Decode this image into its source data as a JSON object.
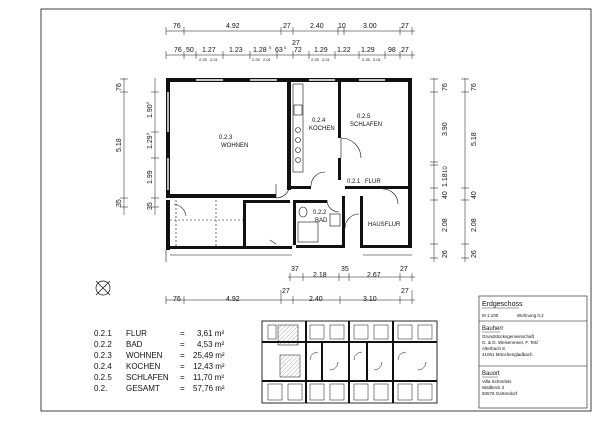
{
  "dimensions": {
    "top_row1": [
      "76",
      "4.92",
      "27",
      "2.40",
      "10",
      "3.00",
      "27"
    ],
    "top_row2": [
      "76",
      "50",
      "1.27",
      "1.23",
      "1.28",
      "5",
      "63",
      "5",
      "27",
      "72",
      "1.29",
      "1.22",
      "1.29",
      "98",
      "27"
    ],
    "top_row2_sub": [
      "2.25",
      "2.01",
      "2.25",
      "2.01",
      "2.25",
      "2.01",
      "2.26",
      "2.01"
    ],
    "left_outer": [
      "76",
      "5.18",
      "35"
    ],
    "left_inner": [
      "1.90",
      "5",
      "1.29",
      "5",
      "1.99",
      "35"
    ],
    "right_inner": [
      "76",
      "3.90",
      "10",
      "1.18",
      "40",
      "2.08",
      "26"
    ],
    "right_outer": [
      "76",
      "5.18",
      "40",
      "2.08",
      "26"
    ],
    "mid_row": [
      "37",
      "2.18",
      "35",
      "2.67",
      "27"
    ],
    "bottom_row": [
      "76",
      "4.92",
      "27",
      "2.40",
      "3.10",
      "27"
    ]
  },
  "rooms": [
    {
      "id": "0.2.3",
      "name": "WOHNEN"
    },
    {
      "id": "0.2.4",
      "name": "KOCHEN"
    },
    {
      "id": "0.2.5",
      "name": "SCHLAFEN"
    },
    {
      "id": "0.2.1",
      "name": "FLUR"
    },
    {
      "id": "0.2.2",
      "name": "BAD"
    },
    {
      "id": "",
      "name": "HAUSFLUR"
    }
  ],
  "legend": [
    {
      "id": "0.2.1",
      "name": "FLUR",
      "eq": "=",
      "area": "3,61 m²"
    },
    {
      "id": "0.2.2",
      "name": "BAD",
      "eq": "=",
      "area": "4,53 m²"
    },
    {
      "id": "0.2.3",
      "name": "WOHNEN",
      "eq": "=",
      "area": "25,49 m²"
    },
    {
      "id": "0.2.4",
      "name": "KOCHEN",
      "eq": "=",
      "area": "12,43 m²"
    },
    {
      "id": "0.2.5",
      "name": "SCHLAFEN",
      "eq": "=",
      "area": "11,70 m²"
    },
    {
      "id": "0.2.",
      "name": "GESAMT",
      "eq": "=",
      "area": "57,76 m²"
    }
  ],
  "title_block": {
    "title": "Erdgeschoss",
    "scale": "M 1:100",
    "unit": "Wohnung 0.2",
    "client_heading": "Bauherr",
    "client_lines": [
      "Grundstücksgemeinschaft",
      "G. & D. Weisenmeer, F. Tetz",
      "Alterbach 8",
      "41061 Mönchengladbach"
    ],
    "site_heading": "Bauort",
    "site_lines": [
      "Villa Schönfels",
      "Waltbeck 3",
      "50676 Gartendorf"
    ]
  },
  "colors": {
    "line": "#111111",
    "paper": "#ffffff",
    "hatch": "#999999"
  }
}
